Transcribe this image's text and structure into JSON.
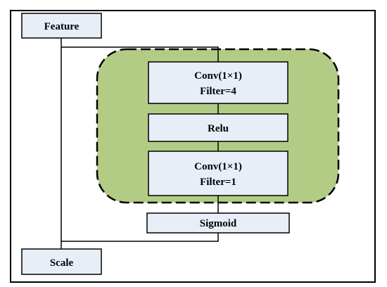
{
  "colors": {
    "box_fill": "#e8eef8",
    "group_fill": "#b3cc85",
    "stroke": "#000000",
    "background": "#ffffff"
  },
  "nodes": {
    "feature": "Feature",
    "conv1_line1": "Conv(1×1)",
    "conv1_line2": "Filter=4",
    "relu": "Relu",
    "conv2_line1": "Conv(1×1)",
    "conv2_line2": "Filter=1",
    "sigmoid": "Sigmoid",
    "scale": "Scale"
  }
}
